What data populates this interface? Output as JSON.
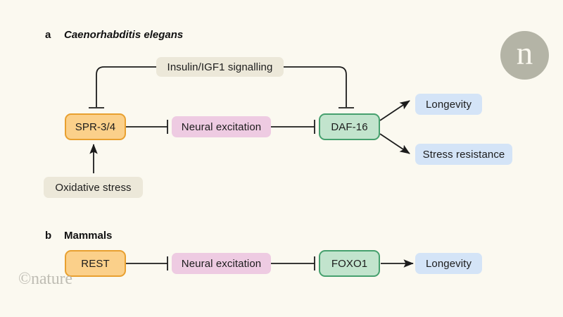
{
  "figure": {
    "background_color": "#fbf9f0",
    "watermark": "©nature",
    "logo_letter": "n",
    "logo_color": "#b4b4a6"
  },
  "panels": [
    {
      "label": "a",
      "title": "Caenorhabditis elegans",
      "title_style": "bold-italic"
    },
    {
      "label": "b",
      "title": "Mammals",
      "title_style": "bold"
    }
  ],
  "nodes": {
    "insulin_signalling": {
      "label": "Insulin/IGF1 signalling",
      "color": "#ece8d9"
    },
    "spr34": {
      "label": "SPR-3/4",
      "color": "#fbd08a",
      "border": "#e8a030"
    },
    "neural_excitation_a": {
      "label": "Neural excitation",
      "color": "#eecbe2"
    },
    "daf16": {
      "label": "DAF-16",
      "color": "#c2e4cd",
      "border": "#46a06e"
    },
    "longevity_a": {
      "label": "Longevity",
      "color": "#d4e4f7"
    },
    "stress_resistance": {
      "label": "Stress resistance",
      "color": "#d4e4f7"
    },
    "oxidative_stress": {
      "label": "Oxidative stress",
      "color": "#ece8d9"
    },
    "rest": {
      "label": "REST",
      "color": "#fbd08a",
      "border": "#e8a030"
    },
    "neural_excitation_b": {
      "label": "Neural excitation",
      "color": "#eecbe2"
    },
    "foxo1": {
      "label": "FOXO1",
      "color": "#c2e4cd",
      "border": "#46a06e"
    },
    "longevity_b": {
      "label": "Longevity",
      "color": "#d4e4f7"
    }
  },
  "edges": [
    {
      "name": "insulin-inhibits-spr34",
      "from": "insulin_signalling",
      "to": "spr34",
      "type": "inhibition"
    },
    {
      "name": "insulin-inhibits-daf16",
      "from": "insulin_signalling",
      "to": "daf16",
      "type": "inhibition"
    },
    {
      "name": "spr34-inhibits-neural-excitation",
      "from": "spr34",
      "to": "neural_excitation_a",
      "type": "inhibition"
    },
    {
      "name": "neural-excitation-inhibits-daf16",
      "from": "neural_excitation_a",
      "to": "daf16",
      "type": "inhibition"
    },
    {
      "name": "daf16-activates-longevity",
      "from": "daf16",
      "to": "longevity_a",
      "type": "activation"
    },
    {
      "name": "daf16-activates-stress-resistance",
      "from": "daf16",
      "to": "stress_resistance",
      "type": "activation"
    },
    {
      "name": "oxidative-stress-activates-spr34",
      "from": "oxidative_stress",
      "to": "spr34",
      "type": "activation"
    },
    {
      "name": "rest-inhibits-neural-excitation",
      "from": "rest",
      "to": "neural_excitation_b",
      "type": "inhibition"
    },
    {
      "name": "neural-excitation-inhibits-foxo1",
      "from": "neural_excitation_b",
      "to": "foxo1",
      "type": "inhibition"
    },
    {
      "name": "foxo1-activates-longevity",
      "from": "foxo1",
      "to": "longevity_b",
      "type": "activation"
    }
  ]
}
